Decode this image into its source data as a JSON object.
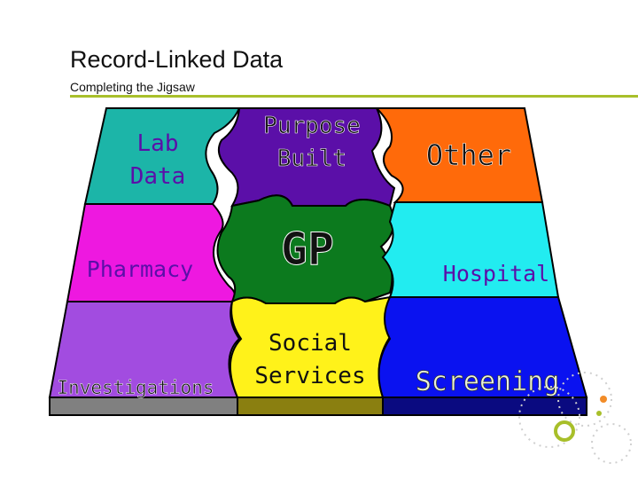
{
  "slide": {
    "title": "Record-Linked Data",
    "subtitle": "Completing the Jigsaw",
    "accent_color": "#a8bf2a"
  },
  "pieces": {
    "lab_data": {
      "line1": "Lab",
      "line2": "Data",
      "color": "#1cb5a8"
    },
    "purpose_built": {
      "line1": "Purpose",
      "line2": "Built",
      "color": "#5b0fa8"
    },
    "other": {
      "label": "Other",
      "color": "#ff6a0a"
    },
    "pharmacy": {
      "label": "Pharmacy",
      "color": "#ee18e0"
    },
    "gp": {
      "label": "GP",
      "color": "#0c7a1e"
    },
    "hospital": {
      "label": "Hospital",
      "color": "#22ecf0"
    },
    "investigations": {
      "label": "Investigations",
      "color": "#a24ce0"
    },
    "social_services": {
      "line1": "Social",
      "line2": "Services",
      "color": "#fff21a"
    },
    "screening": {
      "label": "Screening",
      "color": "#0a12f0"
    }
  }
}
